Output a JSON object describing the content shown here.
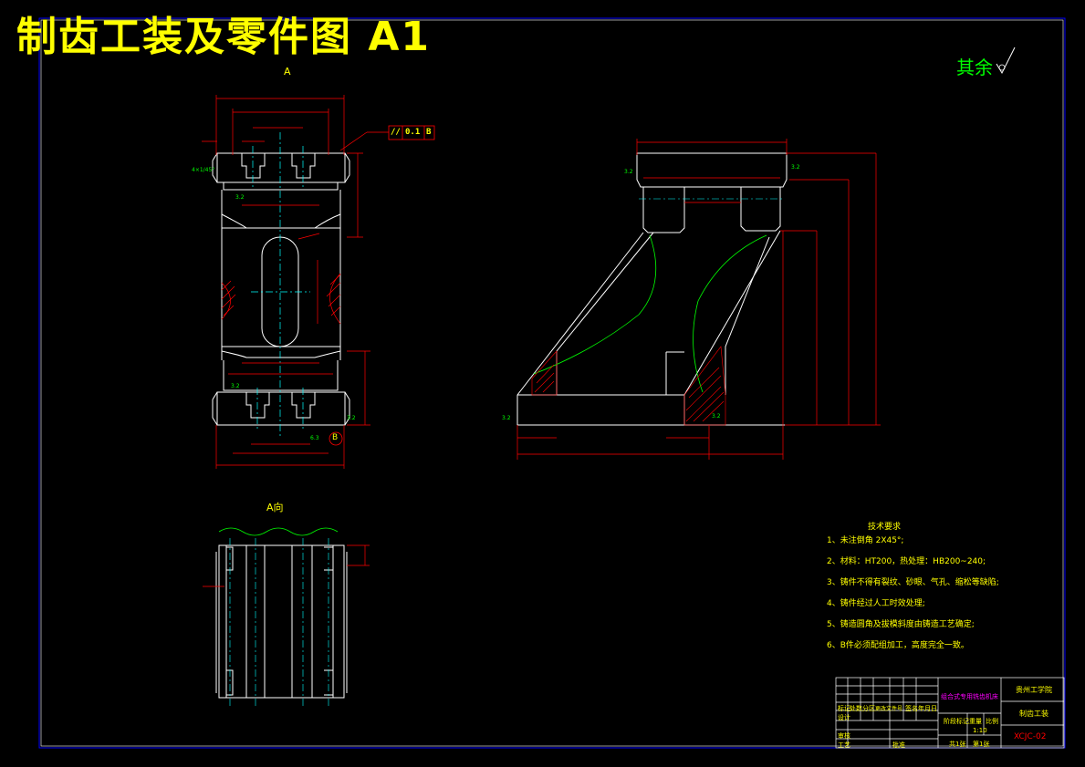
{
  "title": "制齿工装及零件图 A1",
  "roughness_label": "其余",
  "view_labels": {
    "section_a": "A",
    "view_a": "A向",
    "datum_b": "B"
  },
  "tolerance_frame": {
    "symbol": "//",
    "value": "0.1",
    "datum": "B"
  },
  "technical_requirements": {
    "heading": "技术要求",
    "items": [
      "1、未注倒角 2X45°;",
      "2、材料：HT200，热处理：HB200~240;",
      "3、铸件不得有裂纹、砂眼、气孔、缩松等缺陷;",
      "4、铸件经过人工时效处理;",
      "5、铸造圆角及拔模斜度由铸造工艺确定;",
      "6、B件必须配组加工，高度完全一致。"
    ]
  },
  "title_block": {
    "school": "贵州工学院",
    "drawing_name": "制齿工装",
    "subtitle": "组合式专用铣齿机床",
    "drawing_number": "XCJC-02",
    "scale": "1:10",
    "sheet_total": "共1张",
    "sheet_no": "第1张",
    "col_headers": [
      "标记",
      "处数",
      "分区",
      "更改文件号",
      "签名",
      "年月日"
    ],
    "row_labels": [
      "设计",
      "审核",
      "工艺"
    ],
    "stage_label": "阶段标记",
    "weight_label": "重量",
    "scale_label": "比例",
    "approve_label": "批准"
  },
  "colors": {
    "background": "#000000",
    "outline": "#ffffff",
    "dimension": "#ff0000",
    "title": "#ffff00",
    "centerline": "#00ffff",
    "annotation": "#00ff00",
    "frame": "#0000ff"
  }
}
